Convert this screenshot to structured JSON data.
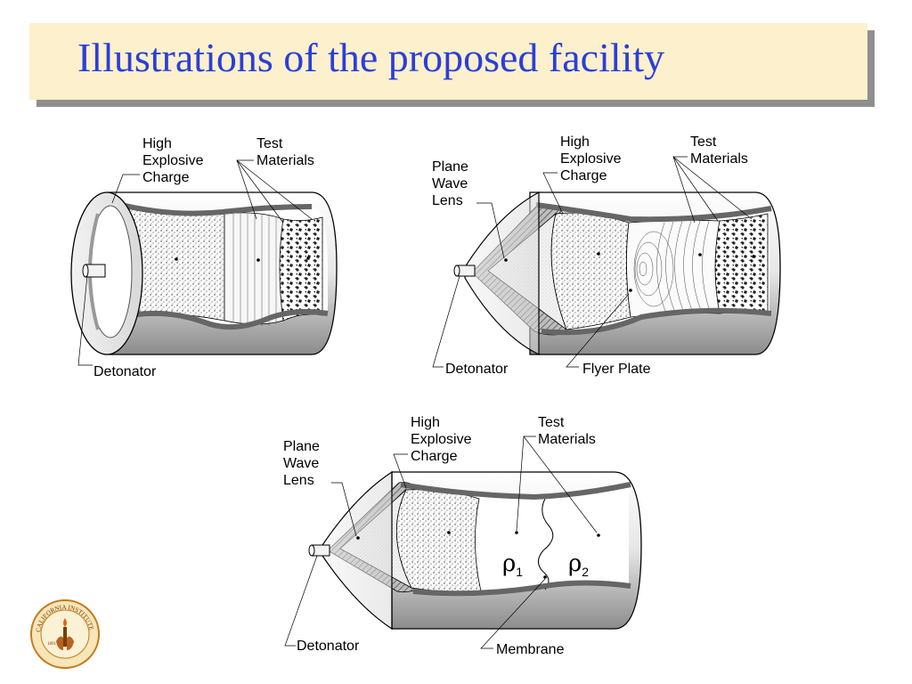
{
  "slide": {
    "title": "Illustrations of the proposed facility"
  },
  "diagram1": {
    "high_explosive": [
      "High",
      "Explosive",
      "Charge"
    ],
    "test_materials": [
      "Test",
      "Materials"
    ],
    "detonator": "Detonator"
  },
  "diagram2": {
    "plane_wave": [
      "Plane",
      "Wave",
      "Lens"
    ],
    "high_explosive": [
      "High",
      "Explosive",
      "Charge"
    ],
    "test_materials": [
      "Test",
      "Materials"
    ],
    "detonator": "Detonator",
    "flyer_plate": "Flyer Plate"
  },
  "diagram3": {
    "plane_wave": [
      "Plane",
      "Wave",
      "Lens"
    ],
    "high_explosive": [
      "High",
      "Explosive",
      "Charge"
    ],
    "test_materials": [
      "Test",
      "Materials"
    ],
    "rho1": "ρ",
    "rho1_sub": "1",
    "rho2": "ρ",
    "rho2_sub": "2",
    "detonator": "Detonator",
    "membrane": "Membrane"
  },
  "logo": {
    "text": "CALIFORNIA INSTITUTE OF TECHNOLOGY",
    "year": "1891"
  },
  "colors": {
    "title": "#2a3fd8",
    "title_bg": "#fdf0cc",
    "shadow": "#8f8f8f"
  }
}
